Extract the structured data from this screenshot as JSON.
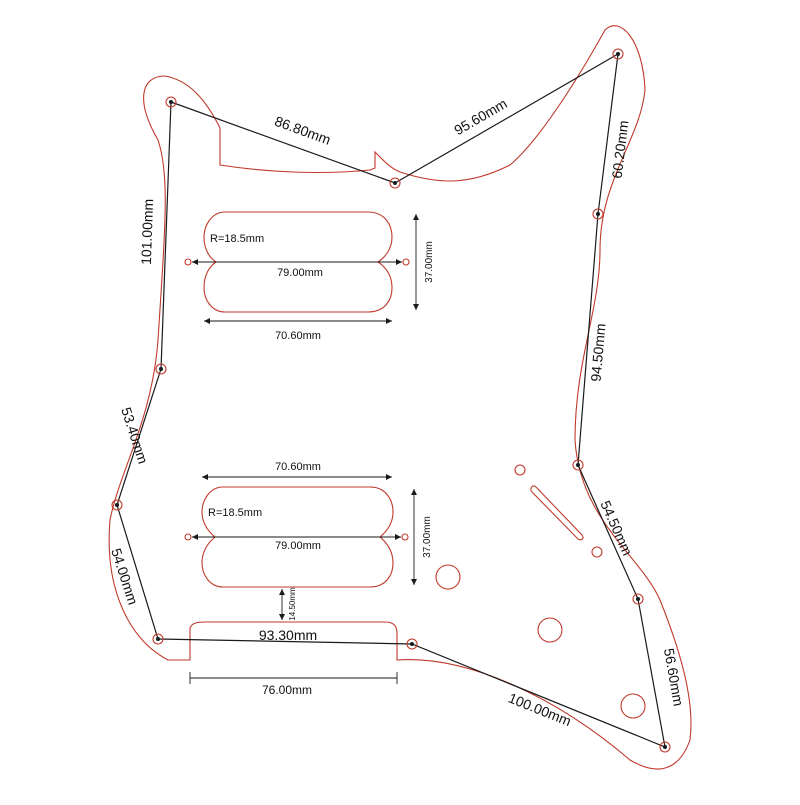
{
  "colors": {
    "outline": "#c0392b",
    "dimension": "#1a1a1a",
    "background": "#ffffff"
  },
  "perimeter_dimensions": [
    {
      "id": "top-left",
      "label": "86.80mm"
    },
    {
      "id": "top-right",
      "label": "95.60mm"
    },
    {
      "id": "right-upper",
      "label": "60.20mm"
    },
    {
      "id": "right-middle",
      "label": "94.50mm"
    },
    {
      "id": "right-lower",
      "label": "54.50mm"
    },
    {
      "id": "right-bottom",
      "label": "56.60mm"
    },
    {
      "id": "bottom",
      "label": "100.00mm"
    },
    {
      "id": "bottom-inner",
      "label": "93.30mm"
    },
    {
      "id": "left-bottom",
      "label": "54.00mm"
    },
    {
      "id": "left-middle",
      "label": "53.40mm"
    },
    {
      "id": "left-upper",
      "label": "101.00mm"
    }
  ],
  "pickups": [
    {
      "id": "neck",
      "radius_label": "R=18.5mm",
      "pole_span_label": "79.00mm",
      "width_label": "70.60mm",
      "height_label": "37.00mm"
    },
    {
      "id": "bridge",
      "radius_label": "R=18.5mm",
      "pole_span_label": "79.00mm",
      "width_label": "70.60mm",
      "height_label": "37.00mm"
    }
  ],
  "bridge_gap_label": "14.50mm",
  "cutout_width_label": "76.00mm"
}
